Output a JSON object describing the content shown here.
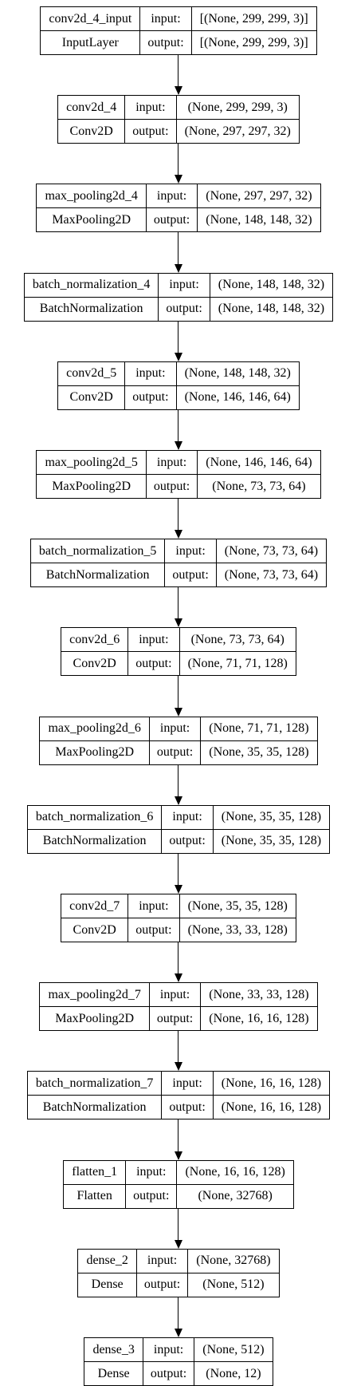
{
  "layers": [
    {
      "name": "conv2d_4_input",
      "type": "InputLayer",
      "input_label": "input:",
      "output_label": "output:",
      "input_shape": "[(None, 299, 299, 3)]",
      "output_shape": "[(None, 299, 299, 3)]"
    },
    {
      "name": "conv2d_4",
      "type": "Conv2D",
      "input_label": "input:",
      "output_label": "output:",
      "input_shape": "(None, 299, 299, 3)",
      "output_shape": "(None, 297, 297, 32)"
    },
    {
      "name": "max_pooling2d_4",
      "type": "MaxPooling2D",
      "input_label": "input:",
      "output_label": "output:",
      "input_shape": "(None, 297, 297, 32)",
      "output_shape": "(None, 148, 148, 32)"
    },
    {
      "name": "batch_normalization_4",
      "type": "BatchNormalization",
      "input_label": "input:",
      "output_label": "output:",
      "input_shape": "(None, 148, 148, 32)",
      "output_shape": "(None, 148, 148, 32)"
    },
    {
      "name": "conv2d_5",
      "type": "Conv2D",
      "input_label": "input:",
      "output_label": "output:",
      "input_shape": "(None, 148, 148, 32)",
      "output_shape": "(None, 146, 146, 64)"
    },
    {
      "name": "max_pooling2d_5",
      "type": "MaxPooling2D",
      "input_label": "input:",
      "output_label": "output:",
      "input_shape": "(None, 146, 146, 64)",
      "output_shape": "(None, 73, 73, 64)"
    },
    {
      "name": "batch_normalization_5",
      "type": "BatchNormalization",
      "input_label": "input:",
      "output_label": "output:",
      "input_shape": "(None, 73, 73, 64)",
      "output_shape": "(None, 73, 73, 64)"
    },
    {
      "name": "conv2d_6",
      "type": "Conv2D",
      "input_label": "input:",
      "output_label": "output:",
      "input_shape": "(None, 73, 73, 64)",
      "output_shape": "(None, 71, 71, 128)"
    },
    {
      "name": "max_pooling2d_6",
      "type": "MaxPooling2D",
      "input_label": "input:",
      "output_label": "output:",
      "input_shape": "(None, 71, 71, 128)",
      "output_shape": "(None, 35, 35, 128)"
    },
    {
      "name": "batch_normalization_6",
      "type": "BatchNormalization",
      "input_label": "input:",
      "output_label": "output:",
      "input_shape": "(None, 35, 35, 128)",
      "output_shape": "(None, 35, 35, 128)"
    },
    {
      "name": "conv2d_7",
      "type": "Conv2D",
      "input_label": "input:",
      "output_label": "output:",
      "input_shape": "(None, 35, 35, 128)",
      "output_shape": "(None, 33, 33, 128)"
    },
    {
      "name": "max_pooling2d_7",
      "type": "MaxPooling2D",
      "input_label": "input:",
      "output_label": "output:",
      "input_shape": "(None, 33, 33, 128)",
      "output_shape": "(None, 16, 16, 128)"
    },
    {
      "name": "batch_normalization_7",
      "type": "BatchNormalization",
      "input_label": "input:",
      "output_label": "output:",
      "input_shape": "(None, 16, 16, 128)",
      "output_shape": "(None, 16, 16, 128)"
    },
    {
      "name": "flatten_1",
      "type": "Flatten",
      "input_label": "input:",
      "output_label": "output:",
      "input_shape": "(None, 16, 16, 128)",
      "output_shape": "(None, 32768)"
    },
    {
      "name": "dense_2",
      "type": "Dense",
      "input_label": "input:",
      "output_label": "output:",
      "input_shape": "(None, 32768)",
      "output_shape": "(None, 512)"
    },
    {
      "name": "dense_3",
      "type": "Dense",
      "input_label": "input:",
      "output_label": "output:",
      "input_shape": "(None, 512)",
      "output_shape": "(None, 12)"
    }
  ]
}
